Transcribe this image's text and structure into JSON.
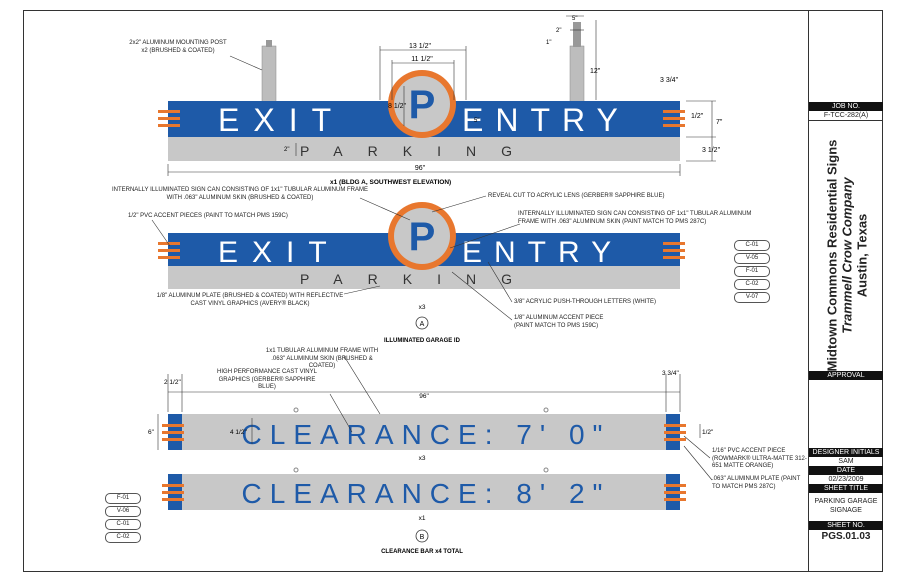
{
  "sign1": {
    "exit": "EXIT",
    "p": "P",
    "entry": "ENTRY",
    "parking": "PARKING",
    "post_note": "2x2\" ALUMINUM MOUNTING POST x2 (BRUSHED & COATED)",
    "caption": "x1 (BLDG A, SOUTHWEST ELEVATION)",
    "dims": {
      "d13": "13 1/2\"",
      "d11": "11 1/2\"",
      "d8": "8 1/2\"",
      "d5": "5\"",
      "d2": "2\"",
      "d96": "96\"",
      "d5b": "5\"",
      "d2b": "2\"",
      "d1": "1\"",
      "d12": "12\"",
      "d3_34": "3 3/4\"",
      "d1_2": "1/2\"",
      "d7": "7\"",
      "d3_12": "3 1/2\""
    }
  },
  "sign2": {
    "exit": "EXIT",
    "p": "P",
    "entry": "ENTRY",
    "parking": "PARKING",
    "notes": {
      "illum_left": "INTERNALLY ILLUMINATED SIGN CAN CONSISTING OF 1x1\" TUBULAR ALUMINUM FRAME WITH .063\" ALUMINUM SKIN (BRUSHED & COATED)",
      "reveal": "REVEAL CUT TO ACRYLIC LENS (GERBER® SAPPHIRE BLUE)",
      "illum_right": "INTERNALLY ILLUMINATED SIGN CAN CONSISTING OF 1x1\" TUBULAR ALUMINUM FRAME WITH .063\" ALUMINUM SKIN (PAINT MATCH TO PMS 287C)",
      "pvc": "1/2\" PVC ACCENT PIECES (PAINT TO MATCH PMS 159C)",
      "plate": "1/8\" ALUMINUM PLATE (BRUSHED & COATED) WITH REFLECTIVE CAST VINYL GRAPHICS (AVERY® BLACK)",
      "acrylic": "3/8\" ACRYLIC PUSH-THROUGH LETTERS (WHITE)",
      "accent": "1/8\" ALUMINUM ACCENT PIECE (PAINT MATCH TO PMS 159C)"
    },
    "qty": "x3",
    "marker": "A",
    "title": "ILLUMINATED GARAGE ID",
    "codes": [
      "C-01",
      "V-05",
      "F-01",
      "C-02",
      "V-07"
    ]
  },
  "clearance": {
    "text1": "CLEARANCE: 7' 0\"",
    "text2": "CLEARANCE: 8' 2\"",
    "qty1": "x3",
    "qty2": "x1",
    "marker": "B",
    "title": "CLEARANCE BAR x4 TOTAL",
    "notes": {
      "frame": "1x1 TUBULAR ALUMINUM FRAME WITH .063\" ALUMINUM SKIN (BRUSHED & COATED)",
      "vinyl": "HIGH PERFORMANCE CAST VINYL GRAPHICS (GERBER® SAPPHIRE BLUE)",
      "pvc": "1/16\" PVC ACCENT PIECE (ROWMARK® ULTRA-MATTE 312-651 MATTE ORANGE)",
      "plate": ".063\" ALUMINUM PLATE (PAINT TO MATCH PMS 287C)"
    },
    "dims": {
      "d2_12": "2 1/2\"",
      "d96": "96\"",
      "d3_34": "3 3/4\"",
      "d6": "6\"",
      "d4_12": "4 1/2\"",
      "d1_2": "1/2\""
    },
    "codes": [
      "F-01",
      "V-06",
      "C-01",
      "C-02"
    ]
  },
  "title_block": {
    "job_label": "JOB NO.",
    "job_no": "F-TCC-282(A)",
    "project": "Midtown Commons Residential Signs",
    "client": "Trammell Crow Company",
    "location": "Austin, Texas",
    "approval": "APPROVAL",
    "designer_label": "DESIGNER INITIALS",
    "designer": "SAM",
    "date_label": "DATE",
    "date": "02/23/2009",
    "sheet_title_label": "SHEET TITLE",
    "sheet_title": "PARKING GARAGE SIGNAGE",
    "sheet_no_label": "SHEET NO.",
    "sheet_no": "PGS.01.03"
  },
  "colors": {
    "blue": "#1e5aa8",
    "orange": "#e8772e",
    "silver": "#c8c8c8",
    "white": "#ffffff"
  }
}
